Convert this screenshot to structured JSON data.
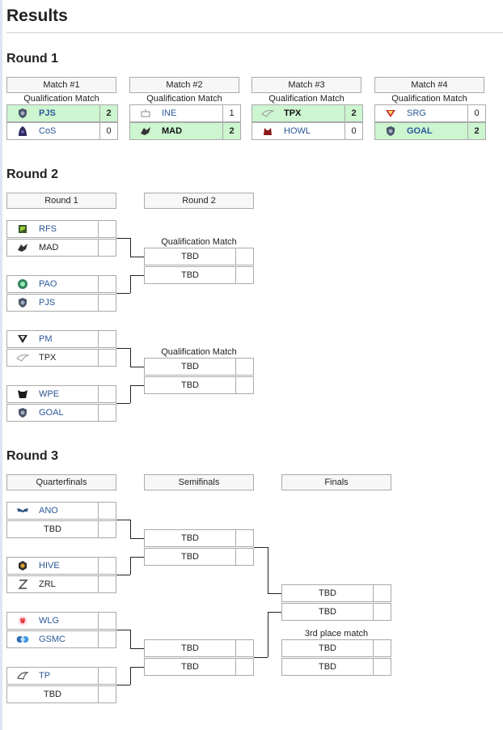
{
  "title": "Results",
  "round1": {
    "heading": "Round 1",
    "matches": [
      {
        "label": "Match #1",
        "subtitle": "Qualification Match",
        "teams": [
          {
            "name": "PJS",
            "score": "2",
            "win": true,
            "icon": "shield-icon"
          },
          {
            "name": "CoS",
            "score": "0",
            "win": false,
            "icon": "hood-icon"
          }
        ]
      },
      {
        "label": "Match #2",
        "subtitle": "Qualification Match",
        "teams": [
          {
            "name": "INE",
            "score": "1",
            "win": false,
            "icon": "flag-icon"
          },
          {
            "name": "MAD",
            "score": "2",
            "win": true,
            "icon": "beast-icon"
          }
        ]
      },
      {
        "label": "Match #3",
        "subtitle": "Qualification Match",
        "teams": [
          {
            "name": "TPX",
            "score": "2",
            "win": true,
            "icon": "wing-icon"
          },
          {
            "name": "HOWL",
            "score": "0",
            "win": false,
            "icon": "wolf-icon"
          }
        ]
      },
      {
        "label": "Match #4",
        "subtitle": "Qualification Match",
        "teams": [
          {
            "name": "SRG",
            "score": "0",
            "win": false,
            "icon": "chevron-icon"
          },
          {
            "name": "GOAL",
            "score": "2",
            "win": true,
            "icon": "shield-icon"
          }
        ]
      }
    ]
  },
  "round2": {
    "heading": "Round 2",
    "col1": "Round 1",
    "col2": "Round 2",
    "qual_label": "Qualification Match",
    "r1_teams": [
      {
        "name": "RFS",
        "icon": "rfs-icon"
      },
      {
        "name": "MAD",
        "icon": "beast-icon"
      },
      {
        "name": "PAO",
        "icon": "clover-icon"
      },
      {
        "name": "PJS",
        "icon": "shield-icon"
      },
      {
        "name": "PM",
        "icon": "pm-icon"
      },
      {
        "name": "TPX",
        "icon": "wing-icon"
      },
      {
        "name": "WPE",
        "icon": "panther-icon"
      },
      {
        "name": "GOAL",
        "icon": "shield-icon"
      }
    ],
    "r2_slots": [
      "TBD",
      "TBD",
      "TBD",
      "TBD"
    ]
  },
  "round3": {
    "heading": "Round 3",
    "col1": "Quarterfinals",
    "col2": "Semifinals",
    "col3": "Finals",
    "third_label": "3rd place match",
    "qf": [
      {
        "name": "ANO",
        "icon": "wings-icon"
      },
      {
        "name": "TBD",
        "icon": ""
      },
      {
        "name": "HIVE",
        "icon": "hive-icon"
      },
      {
        "name": "ZRL",
        "icon": "zrl-icon"
      },
      {
        "name": "WLG",
        "icon": "wolf-pink-icon"
      },
      {
        "name": "GSMC",
        "icon": "gsmc-icon"
      },
      {
        "name": "TP",
        "icon": "tp-icon"
      },
      {
        "name": "TBD",
        "icon": ""
      }
    ],
    "sf": [
      "TBD",
      "TBD",
      "TBD",
      "TBD"
    ],
    "final": [
      "TBD",
      "TBD"
    ],
    "third": [
      "TBD",
      "TBD"
    ]
  }
}
